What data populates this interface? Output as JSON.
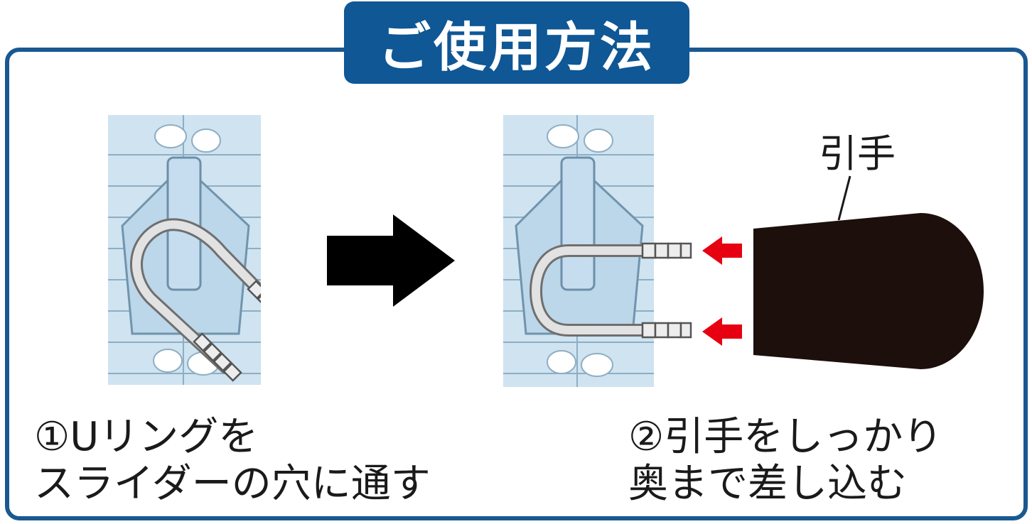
{
  "title": "ご使用方法",
  "pull_tab_label": "引手",
  "steps": [
    {
      "line1": "①Uリングを",
      "line2": "スライダーの穴に通す"
    },
    {
      "line1": "②引手をしっかり",
      "line2": "奥まで差し込む"
    }
  ],
  "colors": {
    "frame": "#1a5891",
    "title_bg": "#0f5795",
    "zipper_fill": "#cfe3f1",
    "zipper_line": "#6d8fa8",
    "arrow_main": "#000000",
    "arrow_insert": "#e60012",
    "pull_tab": "#1c0f0c"
  }
}
